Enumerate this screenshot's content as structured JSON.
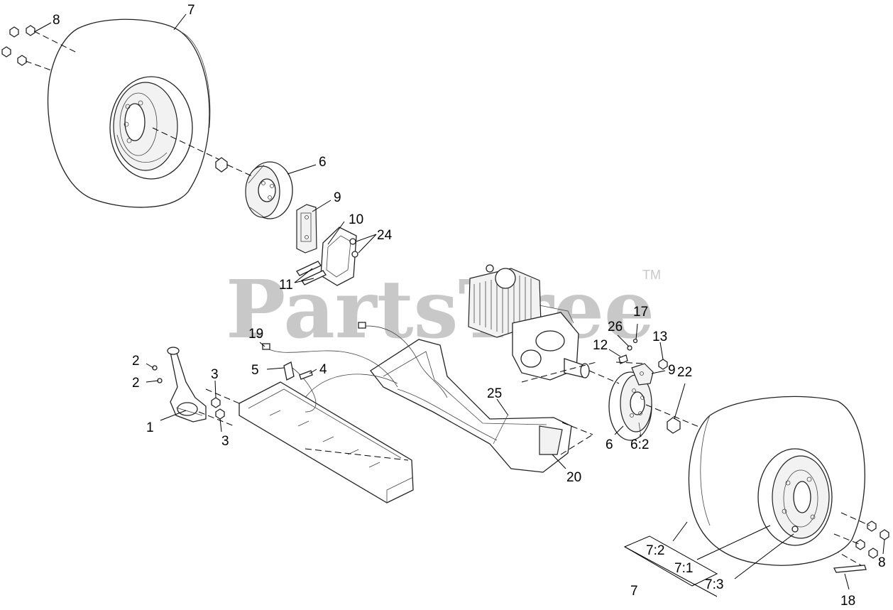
{
  "watermark": {
    "text": "PartsTree",
    "trademark": "TM"
  },
  "callouts": {
    "c7_top": "7",
    "c8_top": "8",
    "c6_top": "6",
    "c9_top": "9",
    "c10": "10",
    "c24": "24",
    "c11": "11",
    "c19": "19",
    "c2_a": "2",
    "c2_b": "2",
    "c3_a": "3",
    "c3_b": "3",
    "c5": "5",
    "c4": "4",
    "c1": "1",
    "c25": "25",
    "c20": "20",
    "c17": "17",
    "c26": "26",
    "c13": "13",
    "c12": "12",
    "c9_right": "9",
    "c22": "22",
    "c6_right": "6",
    "c6_2": "6:2",
    "c7_2": "7:2",
    "c7_1": "7:1",
    "c7_3": "7:3",
    "c7_bottom": "7",
    "c8_bottom": "8",
    "c18": "18"
  }
}
